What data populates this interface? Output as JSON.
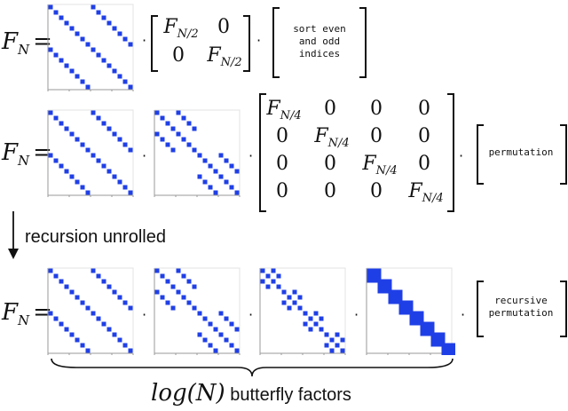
{
  "rows": [
    {
      "lhs": {
        "main": "F",
        "sub": "N"
      },
      "block_matrix": [
        [
          "F|N/2",
          "0"
        ],
        [
          "0",
          "F|N/2"
        ]
      ],
      "note": [
        "sort even",
        "and odd",
        "indices"
      ]
    },
    {
      "lhs": {
        "main": "F",
        "sub": "N"
      },
      "block_matrix": [
        [
          "F|N/4",
          "0",
          "0",
          "0"
        ],
        [
          "0",
          "F|N/4",
          "0",
          "0"
        ],
        [
          "0",
          "0",
          "F|N/4",
          "0"
        ],
        [
          "0",
          "0",
          "0",
          "F|N/4"
        ]
      ],
      "note": [
        "permutation"
      ]
    },
    {
      "lhs": {
        "main": "F",
        "sub": "N"
      },
      "note": [
        "recursive",
        "permutation"
      ]
    }
  ],
  "equals": "=",
  "dot": "·",
  "arrow_label": "recursion unrolled",
  "caption": {
    "math": "log(N)",
    "text": " butterfly factors"
  },
  "colors": {
    "dots": "#1f3fe6",
    "frame": "#9a9a9a",
    "text": "#111111"
  }
}
